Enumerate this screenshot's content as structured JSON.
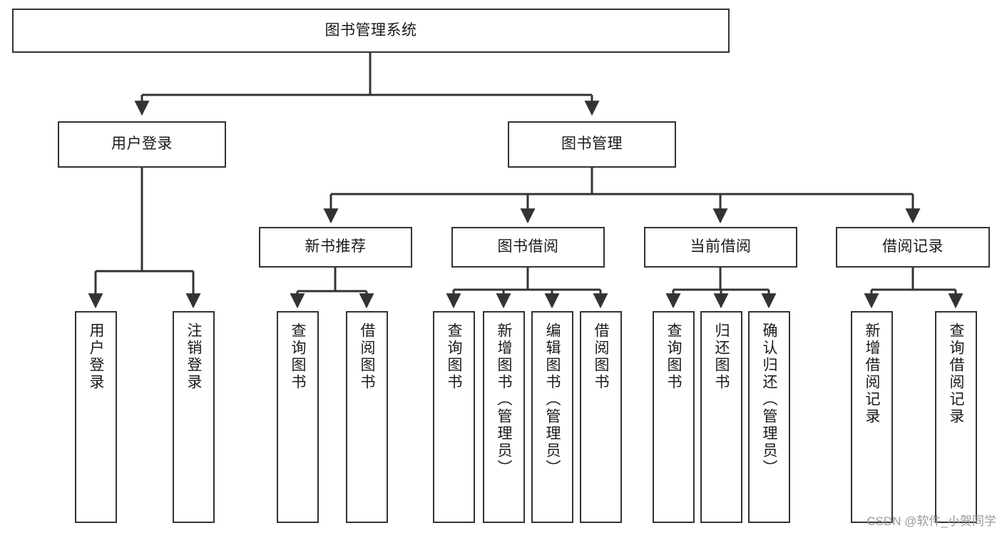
{
  "diagram": {
    "title": "图书管理系统",
    "type": "tree-hierarchy-chart",
    "line_color": "#333333",
    "box_fill": "#ffffff",
    "text_color": "#1a1a1a",
    "root": {
      "label": "图书管理系统"
    },
    "level2": [
      {
        "label": "用户登录"
      },
      {
        "label": "图书管理"
      }
    ],
    "level3": [
      {
        "label": "新书推荐"
      },
      {
        "label": "图书借阅"
      },
      {
        "label": "当前借阅"
      },
      {
        "label": "借阅记录"
      }
    ],
    "leaves": {
      "user_login": [
        {
          "label": "用户登录"
        },
        {
          "label": "注销登录"
        }
      ],
      "new_book_recommend": [
        {
          "label": "查询图书"
        },
        {
          "label": "借阅图书"
        }
      ],
      "book_borrow": [
        {
          "label": "查询图书"
        },
        {
          "label": "新增图书（管理员）"
        },
        {
          "label": "编辑图书（管理员）"
        },
        {
          "label": "借阅图书"
        }
      ],
      "current_borrow": [
        {
          "label": "查询图书"
        },
        {
          "label": "归还图书"
        },
        {
          "label": "确认归还（管理员）"
        }
      ],
      "borrow_record": [
        {
          "label": "新增借阅记录"
        },
        {
          "label": "查询借阅记录"
        }
      ]
    }
  },
  "watermark": {
    "text": "CSDN @软件_小贺同学"
  }
}
